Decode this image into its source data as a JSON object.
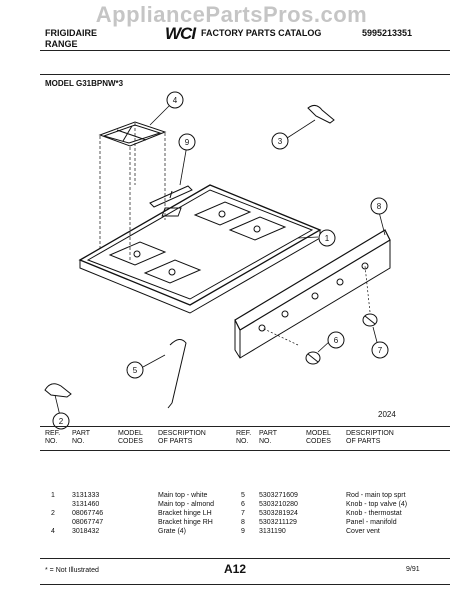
{
  "watermark": "AppliancePartsPros.com",
  "header": {
    "brand_line1": "FRIGIDAIRE",
    "brand_line2": "RANGE",
    "logo": "WCI",
    "catalog": "FACTORY PARTS CATALOG",
    "catalog_number": "5995213351"
  },
  "model_label": "MODEL G31BPNW*3",
  "figure_code": "2024",
  "callouts": [
    "1",
    "2",
    "3",
    "4",
    "5",
    "6",
    "7",
    "8",
    "9"
  ],
  "table": {
    "left_headers": {
      "ref": [
        "REF.",
        "NO."
      ],
      "part": [
        "PART",
        "NO."
      ],
      "model": [
        "MODEL",
        "CODES"
      ],
      "desc": [
        "DESCRIPTION",
        "OF PARTS"
      ]
    },
    "right_headers": {
      "ref": [
        "REF.",
        "NO."
      ],
      "part": [
        "PART",
        "NO."
      ],
      "model": [
        "MODEL",
        "CODES"
      ],
      "desc": [
        "DESCRIPTION",
        "OF PARTS"
      ]
    },
    "left_rows": [
      {
        "ref": "1",
        "part": "3131333",
        "desc": "Main top - white"
      },
      {
        "ref": "",
        "part": "3131460",
        "desc": "Main top - almond"
      },
      {
        "ref": "2",
        "part": "08067746",
        "desc": "Bracket hinge LH"
      },
      {
        "ref": "",
        "part": "08067747",
        "desc": "Bracket hinge RH"
      },
      {
        "ref": "4",
        "part": "3018432",
        "desc": "Grate (4)"
      }
    ],
    "right_rows": [
      {
        "ref": "5",
        "part": "5303271609",
        "desc": "Rod - main top sprt"
      },
      {
        "ref": "6",
        "part": "5303210280",
        "desc": "Knob - top valve (4)"
      },
      {
        "ref": "7",
        "part": "5303281924",
        "desc": "Knob - thermostat"
      },
      {
        "ref": "8",
        "part": "5303211129",
        "desc": "Panel - manifold"
      },
      {
        "ref": "9",
        "part": "3131190",
        "desc": "Cover vent"
      }
    ]
  },
  "footer": {
    "note": "* = Not Illustrated",
    "page": "A12",
    "date": "9/91"
  }
}
